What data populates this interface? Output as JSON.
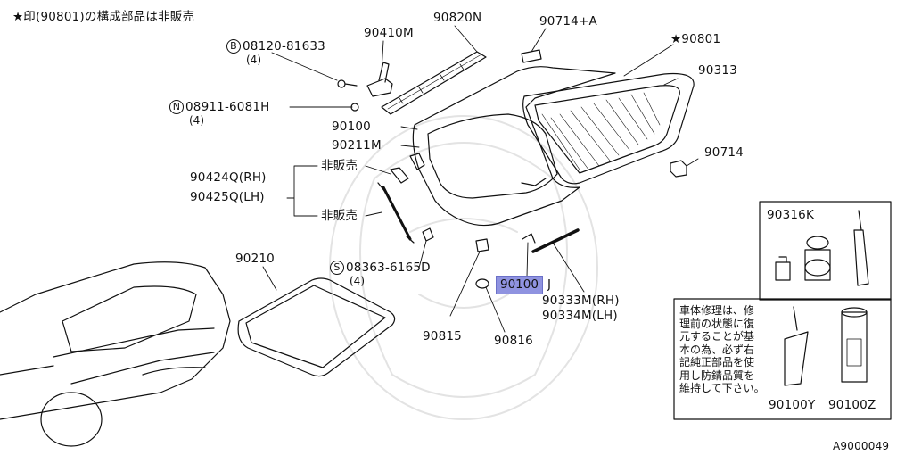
{
  "header_note": "★印(90801)の構成部品は非販売",
  "diagram_code": "A9000049",
  "callouts": {
    "p90820N": "90820N",
    "p90714A": "90714+A",
    "p90801": "★90801",
    "p90410M": "90410M",
    "p90313": "90313",
    "p90100_frame": "90100",
    "p90211M": "90211M",
    "p90714": "90714",
    "p90424Q": "90424Q(RH)",
    "p90425Q": "90425Q(LH)",
    "p90210": "90210",
    "p90815": "90815",
    "p90816": "90816",
    "p90333M": "90333M(RH)",
    "p90334M": "90334M(LH)",
    "p90316K": "90316K",
    "p90100Y": "90100Y",
    "p90100Z": "90100Z"
  },
  "highlighted_part": {
    "label": "90100",
    "suffix": "J"
  },
  "fasteners": [
    {
      "prefix": "B",
      "number": "08120-81633",
      "qty": "(4)"
    },
    {
      "prefix": "N",
      "number": "08911-6081H",
      "qty": "(4)"
    },
    {
      "prefix": "S",
      "number": "08363-6165D",
      "qty": "(4)"
    }
  ],
  "not_sold_label": "非販売",
  "repair_note": [
    "車体修理は、修",
    "理前の状態に復",
    "元することが基",
    "本の為、必ず右",
    "記純正部品を使",
    "用し防錆品質を",
    "維持して下さい。"
  ]
}
